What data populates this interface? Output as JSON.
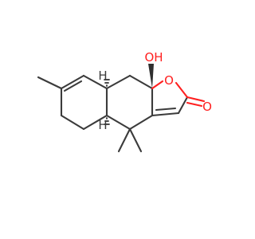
{
  "molecule": {
    "atom_labels": {
      "hydroxyl": "OH",
      "ring_oxygen": "O",
      "carbonyl_oxygen": "O",
      "stereo_h_top": "H",
      "stereo_h_bottom": "H"
    },
    "colors": {
      "bond": "#3b3b3b",
      "oxygen": "#ff2020",
      "stereo": "#2f2f2f",
      "background": "#ffffff"
    }
  }
}
